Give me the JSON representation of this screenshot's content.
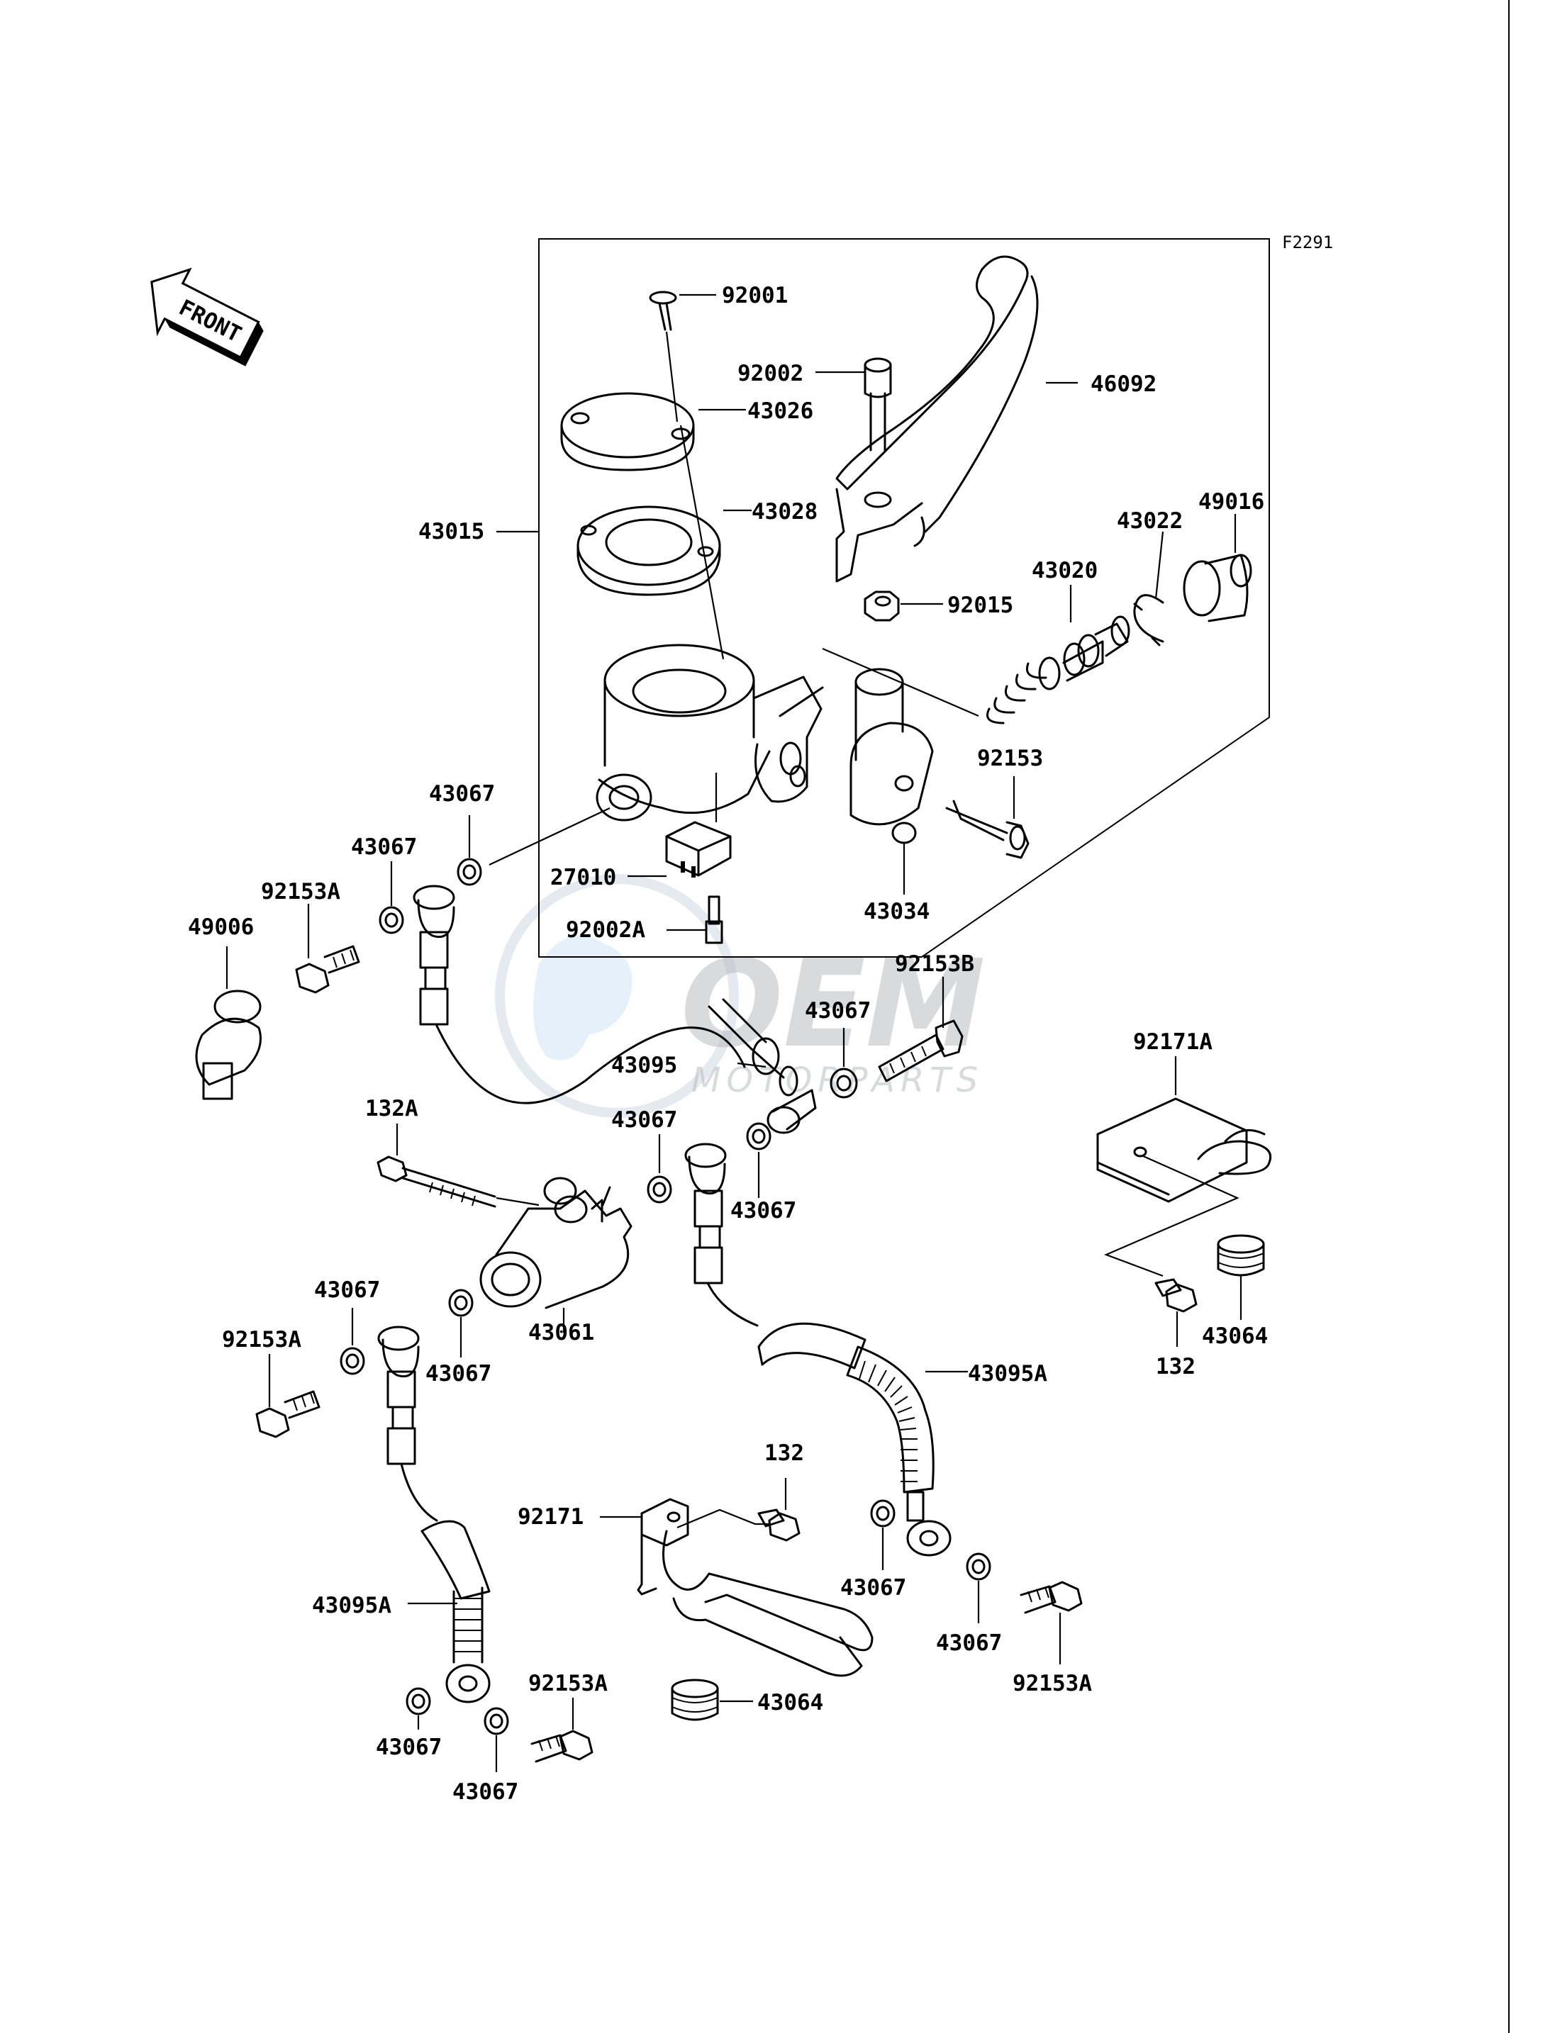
{
  "diagram": {
    "ref_code": "F2291",
    "front_arrow_text": "FRONT",
    "watermark": {
      "brand": "OEM",
      "sub": "MOTORPARTS"
    },
    "labels": {
      "p92001": "92001",
      "p43026": "43026",
      "p43028": "43028",
      "p43015": "43015",
      "p92002": "92002",
      "p46092": "46092",
      "p49016": "49016",
      "p43022": "43022",
      "p43020": "43020",
      "p92015": "92015",
      "p92153": "92153",
      "p43034": "43034",
      "p27010": "27010",
      "p92002A": "92002A",
      "p43067_a": "43067",
      "p43067_b": "43067",
      "p92153A_a": "92153A",
      "p49006": "49006",
      "p92153B": "92153B",
      "p43067_c": "43067",
      "p43095": "43095",
      "p43067_d": "43067",
      "p132A": "132A",
      "p43067_e": "43067",
      "p92171A": "92171A",
      "p43067_f": "43067",
      "p92153A_b": "92153A",
      "p43061": "43061",
      "p43067_g": "43067",
      "p43095A_a": "43095A",
      "p132_a": "132",
      "p43064_a": "43064",
      "p132_b": "132",
      "p92171": "92171",
      "p43067_h": "43067",
      "p43095A_b": "43095A",
      "p43067_i": "43067",
      "p92153A_c": "92153A",
      "p43064_b": "43064",
      "p92153A_d": "92153A",
      "p43067_j": "43067",
      "p43067_k": "43067"
    }
  }
}
